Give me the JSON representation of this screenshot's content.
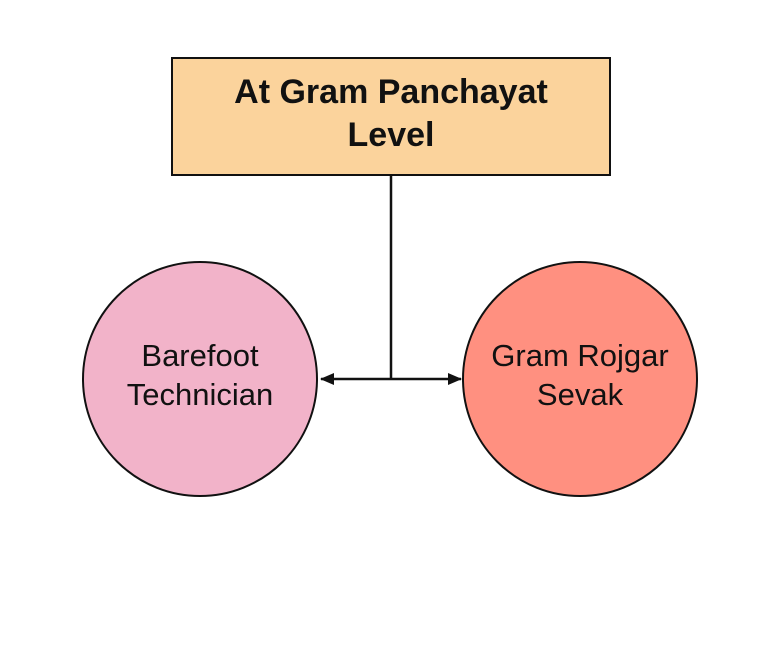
{
  "title_box": {
    "line1": "At Gram Panchayat",
    "line2": "Level",
    "fill": "#fbd39c",
    "stroke": "#111111"
  },
  "nodes": [
    {
      "id": "barefoot-technician",
      "line1": "Barefoot",
      "line2": "Technician",
      "fill": "#f2b3c9",
      "stroke": "#111111"
    },
    {
      "id": "gram-rojgar-sevak",
      "line1": "Gram Rojgar",
      "line2": "Sevak",
      "fill": "#ff9080",
      "stroke": "#111111"
    }
  ],
  "connector_color": "#111111"
}
